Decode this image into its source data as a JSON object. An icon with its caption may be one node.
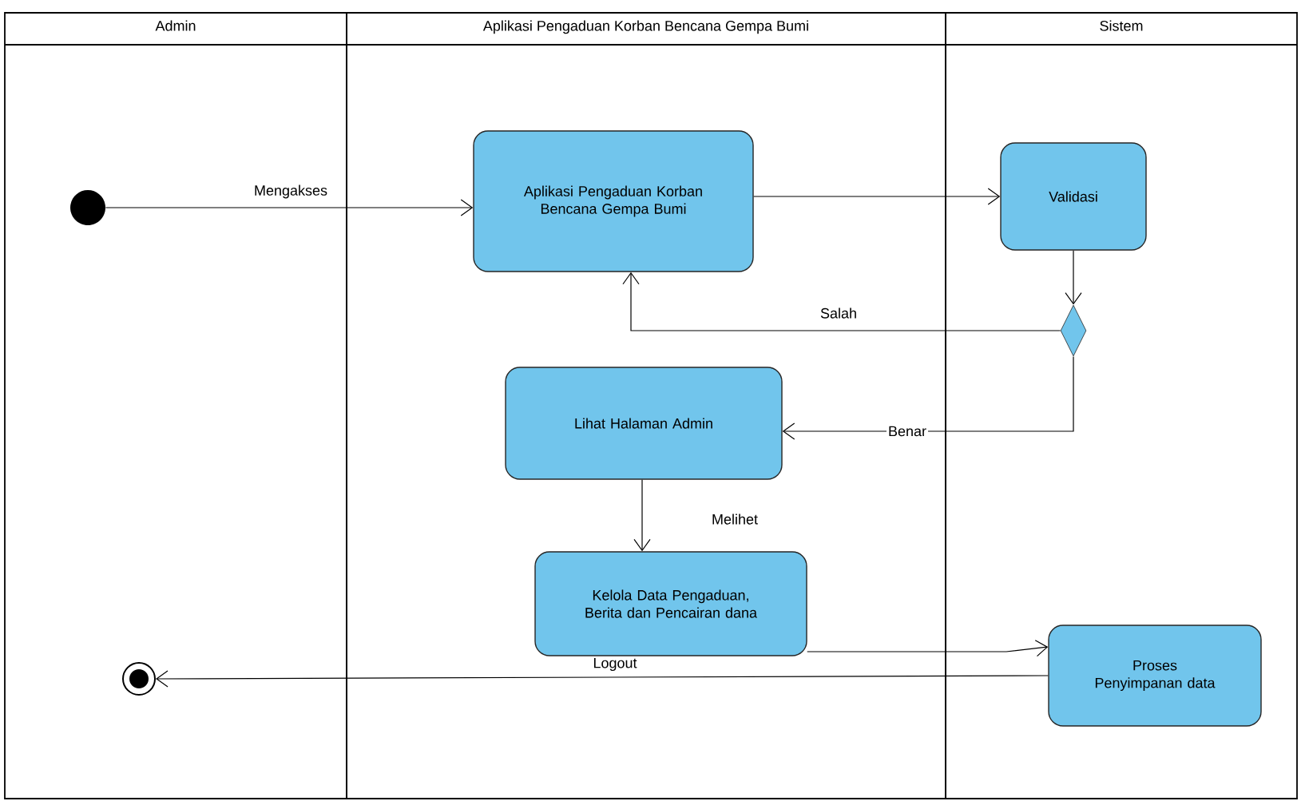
{
  "diagram": {
    "nodes": [
      {
        "text": [
          "Admin"
        ]
      },
      {
        "text": [
          "Aplikasi Pengaduan Korban Bencana Gempa Bumi"
        ]
      },
      {
        "text": [
          "Sistem"
        ]
      },
      {
        "text": [],
        "shape": "circle",
        "in": 0
      },
      {
        "text": [
          "Aplikasi Pengaduan Korban Bencana Gempa Bumi"
        ],
        "in": 1
      },
      {
        "text": [
          "Validasi"
        ],
        "in": 2
      },
      {
        "text": [],
        "shape": "diamond",
        "in": 2
      },
      {
        "text": [
          "Lihat Halaman Admin"
        ],
        "in": 1
      },
      {
        "text": [
          "Kelola Data Pengaduan, Berita dan Pencairan dana"
        ],
        "in": 1
      },
      {
        "text": [
          "Proses Penyimpanan data"
        ],
        "in": 2
      },
      {
        "text": [],
        "shape": "circle",
        "in": 0
      }
    ],
    "edges": [
      {
        "from": 3,
        "to": 4,
        "arrow": "to",
        "label": "Mengakses"
      },
      {
        "from": 4,
        "to": 5,
        "arrow": "to"
      },
      {
        "from": 5,
        "to": 6,
        "arrow": "to"
      },
      {
        "from": 6,
        "to": 4,
        "arrow": "to",
        "label": "Salah"
      },
      {
        "from": 6,
        "to": 7,
        "arrow": "to",
        "label": "Benar"
      },
      {
        "from": 7,
        "to": 8,
        "arrow": "to",
        "label": "Melihet"
      },
      {
        "from": 8,
        "to": 9,
        "arrow": "to"
      },
      {
        "from": 9,
        "to": 10,
        "arrow": "to",
        "label": "Logout"
      }
    ]
  }
}
